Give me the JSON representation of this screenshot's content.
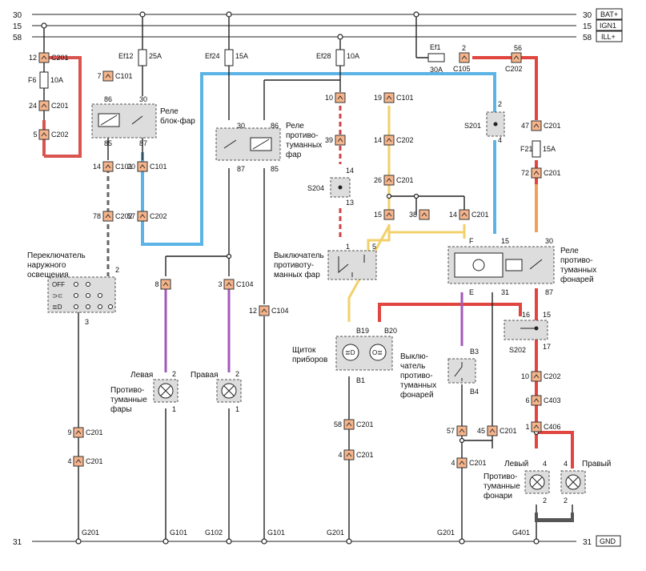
{
  "rails": [
    {
      "num_left": "30",
      "num_right": "30",
      "tag": "BAT+"
    },
    {
      "num_left": "15",
      "num_right": "15",
      "tag": "IGN1"
    },
    {
      "num_left": "58",
      "num_right": "58",
      "tag": "ILL+"
    },
    {
      "num_left": "31",
      "num_right": "31",
      "tag": "GND"
    }
  ],
  "fuses": {
    "f6": {
      "name": "F6",
      "rating": "10A"
    },
    "ef12": {
      "name": "Ef12",
      "rating": "25A"
    },
    "ef24": {
      "name": "Ef24",
      "rating": "15A"
    },
    "ef28": {
      "name": "Ef28",
      "rating": "10A"
    },
    "ef1": {
      "name": "Ef1",
      "rating": "30A"
    },
    "f21": {
      "name": "F21",
      "rating": "15A"
    }
  },
  "components": {
    "relay_headlamp": {
      "line1": "Реле",
      "line2": "блок-фар",
      "pins": [
        "86",
        "30",
        "85",
        "87"
      ]
    },
    "relay_front_fog": {
      "line1": "Реле",
      "line2": "противо-",
      "line3": "туманных",
      "line4": "фар",
      "pins": [
        "30",
        "86",
        "87",
        "85"
      ]
    },
    "relay_rear_fog": {
      "line1": "Реле",
      "line2": "противо-",
      "line3": "туманных",
      "line4": "фонарей",
      "pins": [
        "F",
        "15",
        "30",
        "E",
        "31",
        "87"
      ]
    },
    "light_switch": {
      "line1": "Переключатель",
      "line2": "наружного",
      "line3": "освещения",
      "off": "OFF"
    },
    "front_fog_switch": {
      "line1": "Выключатель",
      "line2": "противоту-",
      "line3": "манных фар",
      "pins": [
        "1",
        "5"
      ]
    },
    "cluster": {
      "line1": "Щиток",
      "line2": "приборов",
      "pins": [
        "B19",
        "B20",
        "B1"
      ]
    },
    "rear_fog_switch": {
      "line1": "Выклю-",
      "line2": "чатель",
      "line3": "противо-",
      "line4": "туманных",
      "line5": "фонарей",
      "pins": [
        "B3",
        "B4"
      ]
    },
    "front_fog_lamps": {
      "left": "Левая",
      "right": "Правая",
      "line1": "Противо-",
      "line2": "туманные",
      "line3": "фары"
    },
    "rear_fog_lamps": {
      "left": "Левый",
      "right": "Правый",
      "line1": "Противо-",
      "line2": "туманные",
      "line3": "фонари"
    },
    "splices": [
      "S201",
      "S202",
      "S204"
    ]
  },
  "connectors": [
    {
      "pin": "12",
      "name": "C201"
    },
    {
      "pin": "24",
      "name": "C201"
    },
    {
      "pin": "5",
      "name": "C202"
    },
    {
      "pin": "7",
      "name": "C101"
    },
    {
      "pin": "14",
      "name": "C101"
    },
    {
      "pin": "20",
      "name": "C101"
    },
    {
      "pin": "78",
      "name": "C202"
    },
    {
      "pin": "57",
      "name": "C202"
    },
    {
      "pin": "8",
      "name": ""
    },
    {
      "pin": "3",
      "name": "C104"
    },
    {
      "pin": "12",
      "name": "C104"
    },
    {
      "pin": "10",
      "name": ""
    },
    {
      "pin": "19",
      "name": "C101"
    },
    {
      "pin": "39",
      "name": ""
    },
    {
      "pin": "14",
      "name": "C202"
    },
    {
      "pin": "26",
      "name": "C201"
    },
    {
      "pin": "15",
      "name": ""
    },
    {
      "pin": "38",
      "name": ""
    },
    {
      "pin": "14",
      "name": "C201"
    },
    {
      "pin": "2",
      "name": "C105"
    },
    {
      "pin": "56",
      "name": "C202"
    },
    {
      "pin": "47",
      "name": "C201"
    },
    {
      "pin": "72",
      "name": "C201"
    },
    {
      "pin": "10",
      "name": "C202"
    },
    {
      "pin": "6",
      "name": "C403"
    },
    {
      "pin": "1",
      "name": "C406"
    },
    {
      "pin": "9",
      "name": "C201"
    },
    {
      "pin": "4",
      "name": "C201"
    },
    {
      "pin": "58",
      "name": "C201"
    },
    {
      "pin": "4",
      "name": "C201"
    },
    {
      "pin": "57",
      "name": ""
    },
    {
      "pin": "45",
      "name": "C201"
    },
    {
      "pin": "4",
      "name": "C201"
    }
  ],
  "grounds": [
    "G201",
    "G101",
    "G102",
    "G101",
    "G201",
    "G201",
    "G401"
  ],
  "pin_labels": {
    "p2": "2",
    "p3": "3",
    "p4": "4",
    "p13": "13",
    "p14": "14",
    "p16": "16",
    "p15": "15",
    "p17": "17",
    "p1": "1"
  }
}
